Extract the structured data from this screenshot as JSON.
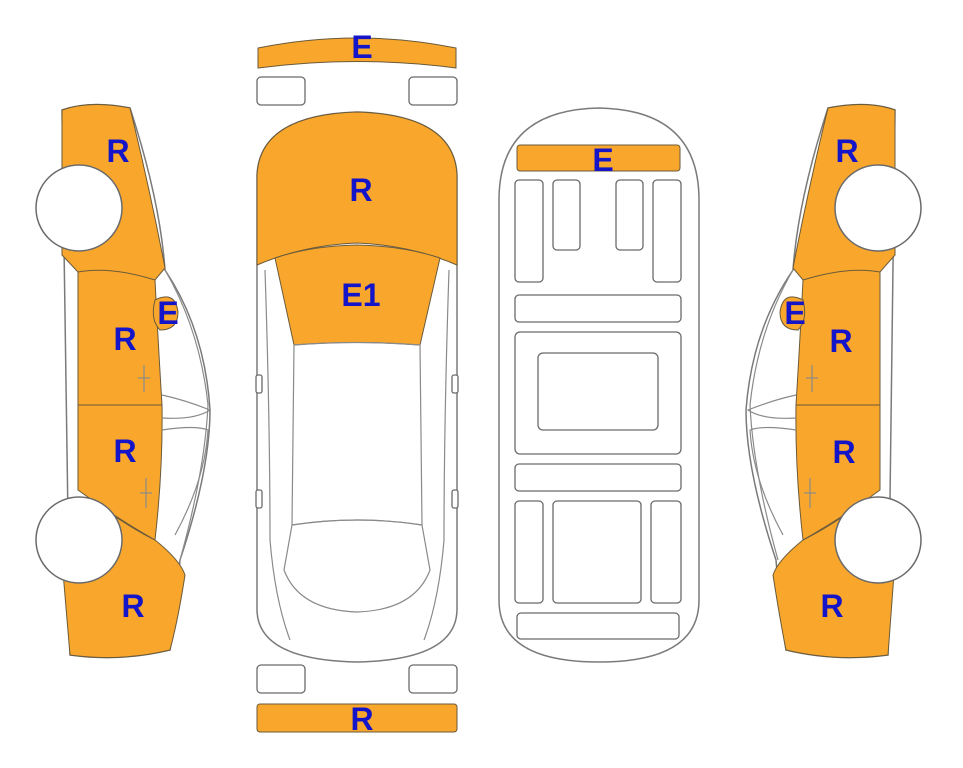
{
  "colors": {
    "damaged_fill": "#f9a72c",
    "label_text": "#1414c8",
    "outline": "#6a6a6a",
    "background": "#ffffff"
  },
  "labels": {
    "front_bumper": "E",
    "hood": "R",
    "windshield": "E1",
    "rear_bumper": "R",
    "trunk_interior": "E",
    "left_front_fender": "R",
    "left_mirror": "E",
    "left_front_door": "R",
    "left_rear_door": "R",
    "left_rear_quarter": "R",
    "right_front_fender": "R",
    "right_mirror": "E",
    "right_front_door": "R",
    "right_rear_door": "R",
    "right_rear_quarter": "R"
  }
}
